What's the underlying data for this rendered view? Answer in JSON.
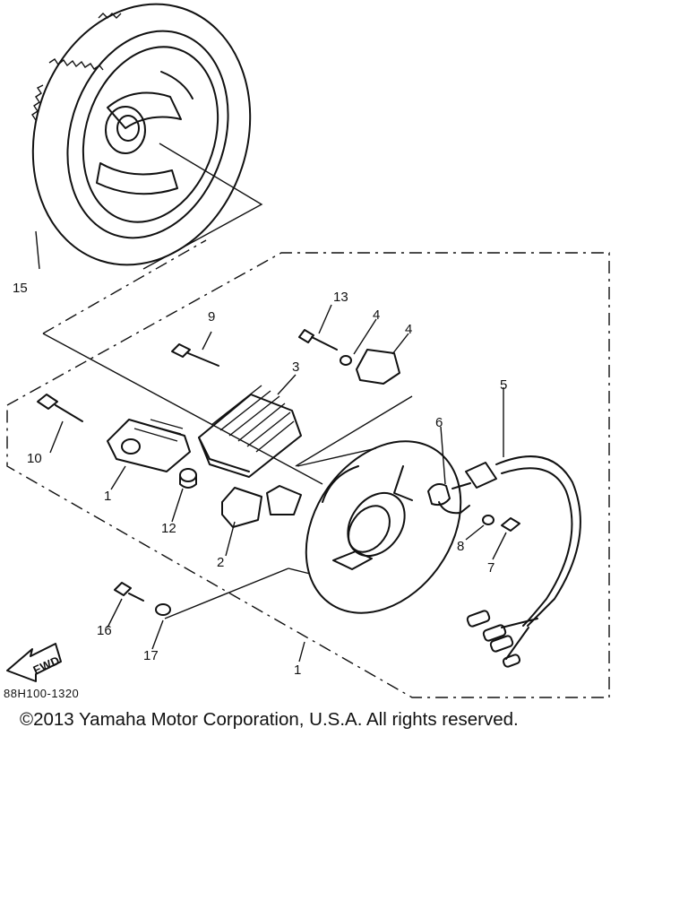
{
  "diagram": {
    "part_labels": [
      "15",
      "13",
      "4",
      "4",
      "9",
      "3",
      "5",
      "6",
      "10",
      "1",
      "12",
      "2",
      "8",
      "7",
      "16",
      "17",
      "1"
    ],
    "fwd_label": "FWD",
    "diagram_code": "88H100-1320"
  },
  "footer": {
    "copyright": "©2013 Yamaha Motor Corporation, U.S.A. All rights reserved."
  }
}
